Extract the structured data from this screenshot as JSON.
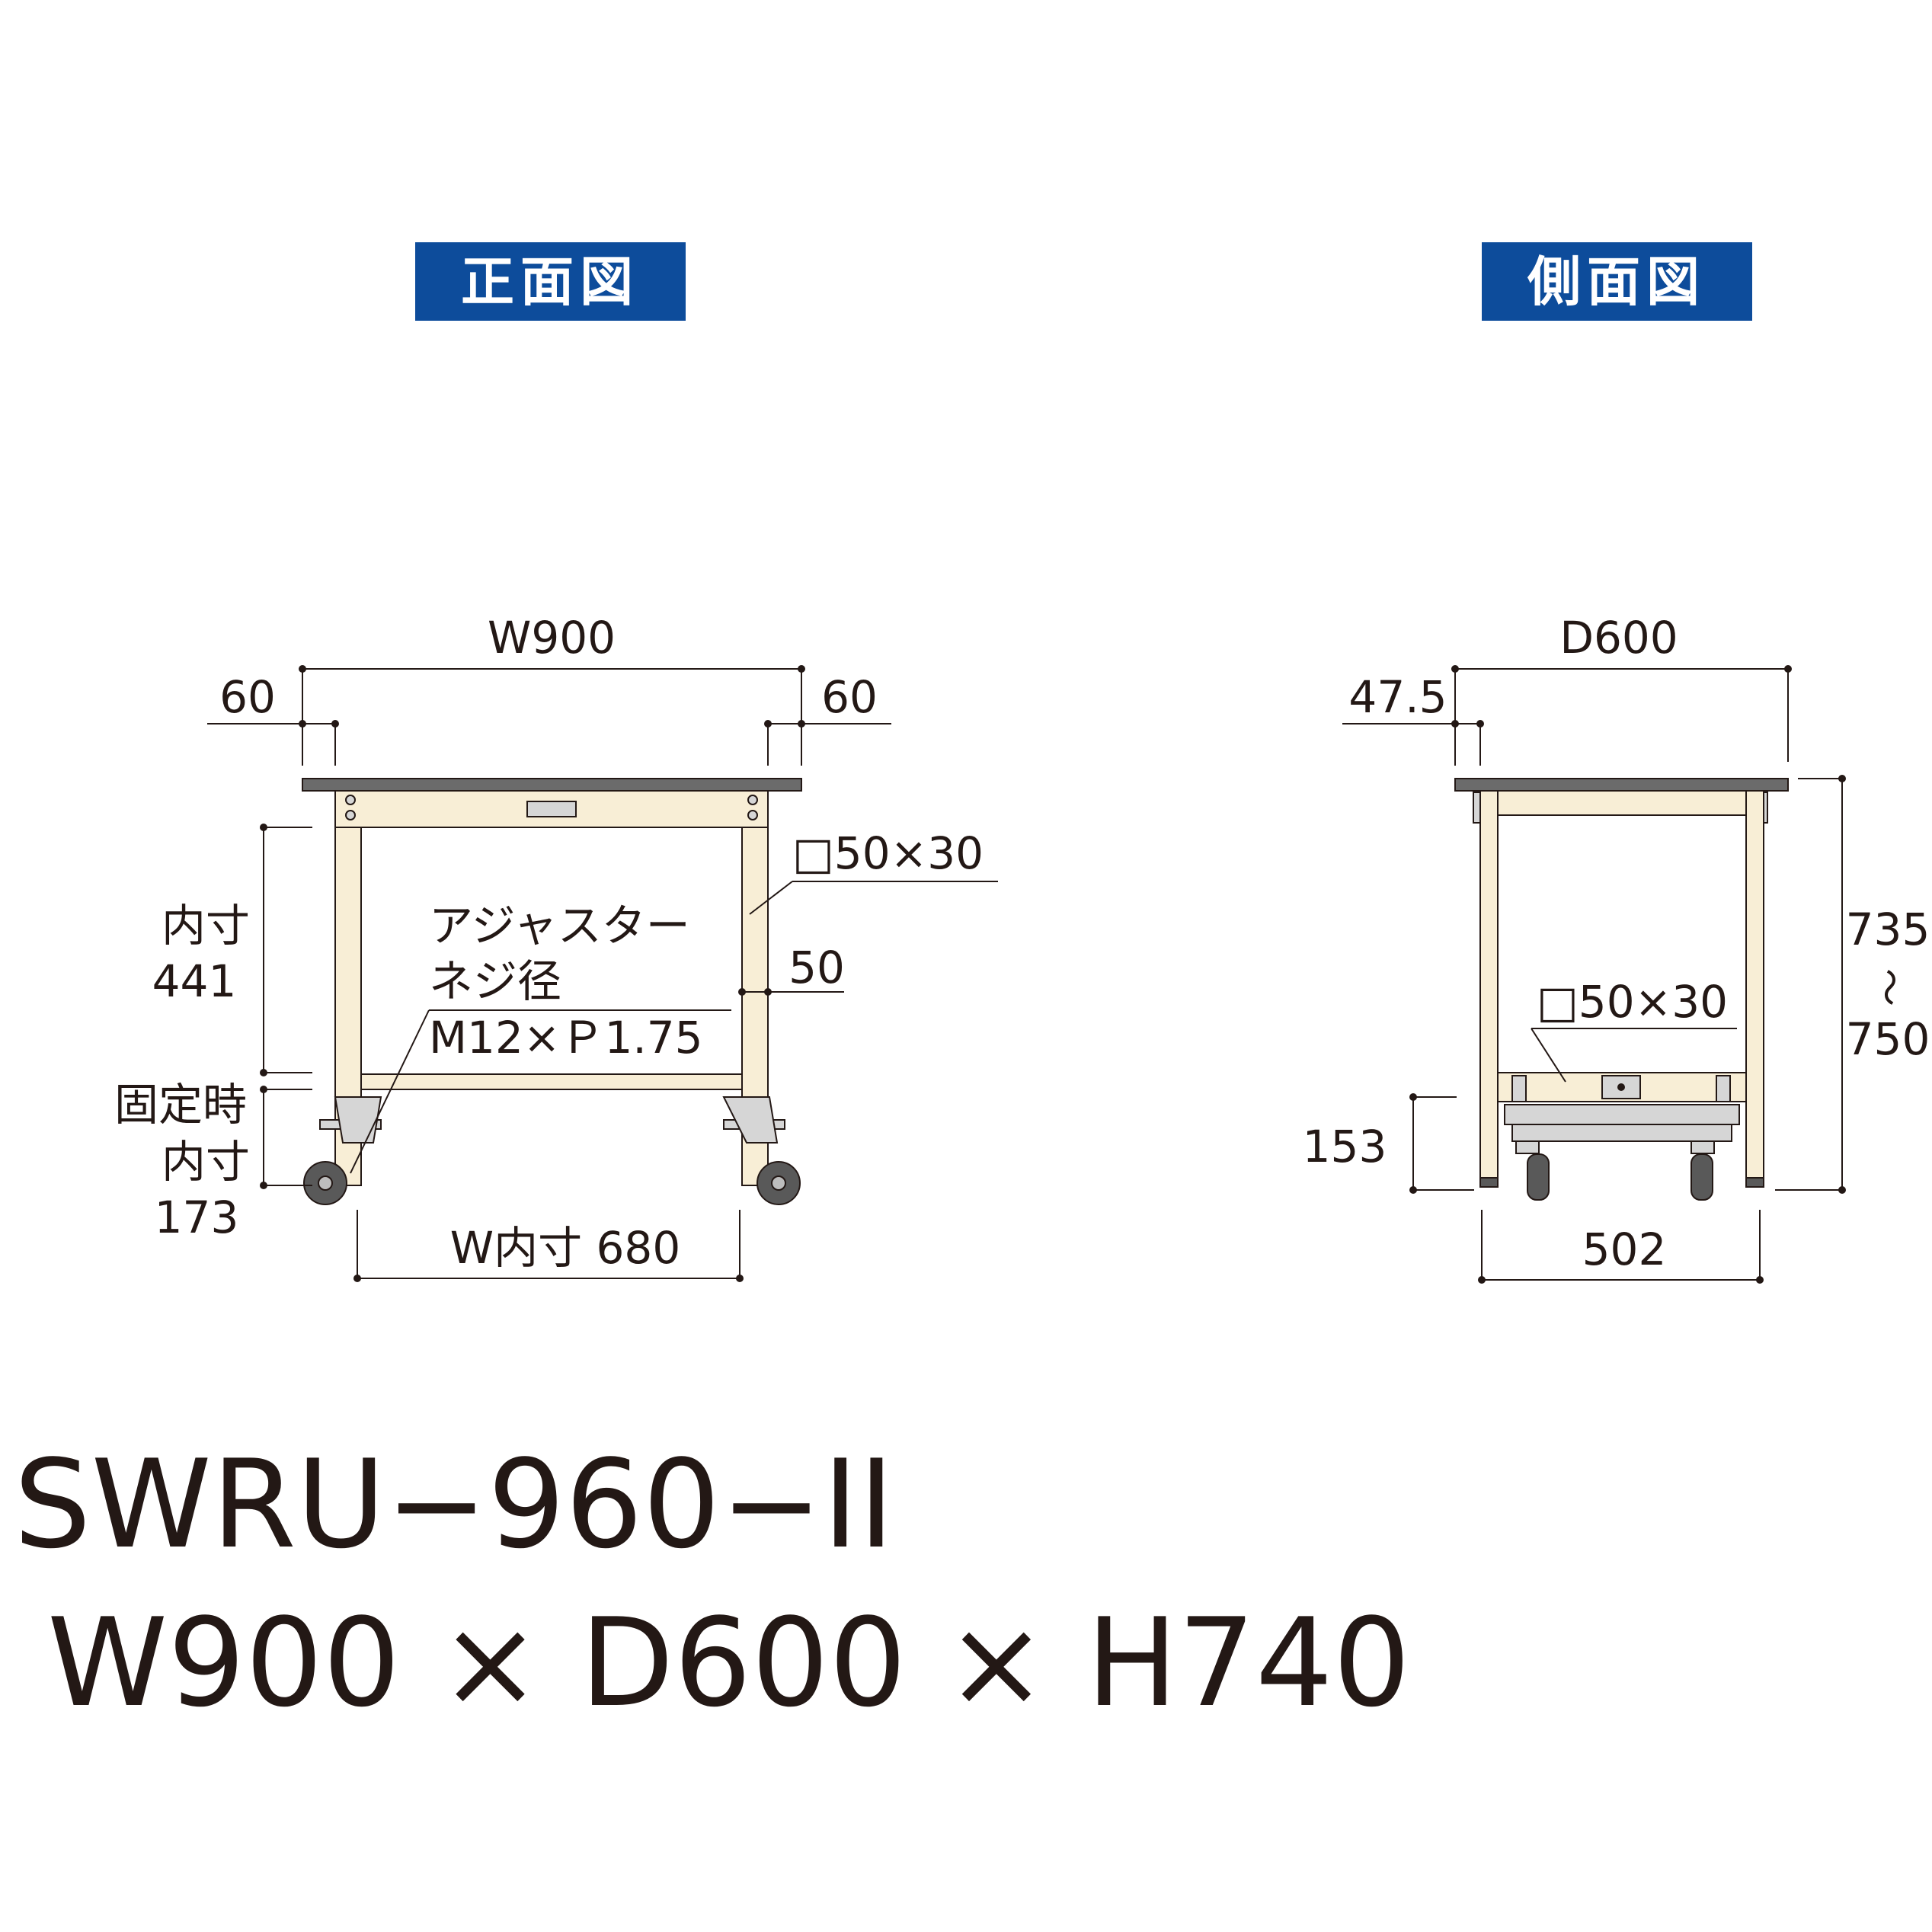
{
  "front_view": {
    "title": "正面図",
    "title_bg": "#0d4c9b",
    "dim_width": "W900",
    "dim_left_margin": "60",
    "dim_right_margin": "60",
    "dim_pipe": "□50×30",
    "dim_inner_height_label": "内寸",
    "dim_inner_height_value": "441",
    "adjuster_line1": "アジャスター",
    "adjuster_line2": "ネジ径",
    "adjuster_line3": "M12×Ｐ1.75",
    "dim_beam": "50",
    "fixed_line1": "固定時",
    "fixed_line2": "内寸",
    "fixed_value": "173",
    "dim_inner_width": "W内寸 680"
  },
  "side_view": {
    "title": "側面図",
    "title_bg": "#0d4c9b",
    "dim_depth": "D600",
    "dim_offset": "47.5",
    "dim_height_top": "735",
    "dim_height_tilde": "～",
    "dim_height_bottom": "750",
    "dim_pipe": "□50×30",
    "dim_lower": "153",
    "dim_inner_depth": "502"
  },
  "model": {
    "code": "SWRU−960−II",
    "size": "W900 × D600 × H740"
  },
  "colors": {
    "frame": "#f8eed6",
    "tabletop": "#6b6b6b",
    "line": "#231815"
  }
}
